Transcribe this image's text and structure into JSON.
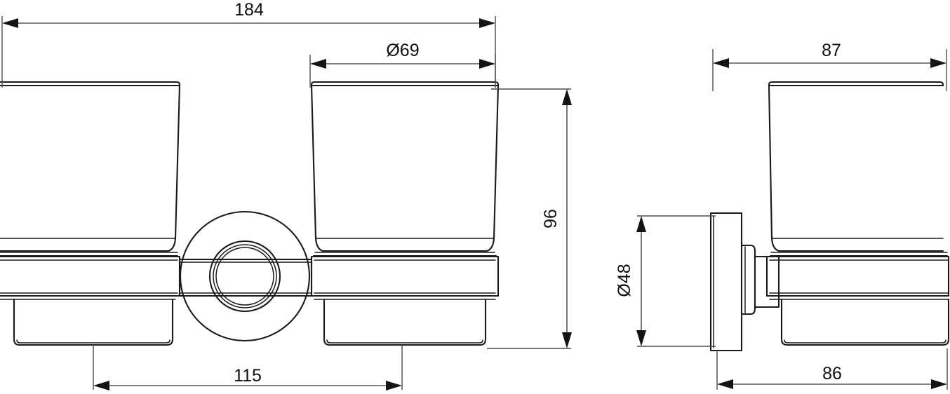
{
  "drawing": {
    "type": "technical-dimension-drawing",
    "subject": "double tumbler holder",
    "units": "mm",
    "background_color": "#ffffff",
    "line_color": "#1a1a1a",
    "dimension_color": "#5a5a5a",
    "text_color": "#111111",
    "views": [
      {
        "id": "front-view",
        "label": "",
        "position": "left"
      },
      {
        "id": "side-view",
        "label": "",
        "position": "right"
      }
    ]
  },
  "dimensions": {
    "overall_width": {
      "value": "184",
      "orientation": "horizontal",
      "view": "front-view",
      "placement": "top"
    },
    "glass_diameter": {
      "value": "Ø69",
      "orientation": "horizontal",
      "view": "front-view",
      "placement": "top"
    },
    "overall_height": {
      "value": "96",
      "orientation": "vertical-rotated",
      "view": "front-view",
      "placement": "right"
    },
    "mount_spacing": {
      "value": "115",
      "orientation": "horizontal",
      "view": "front-view",
      "placement": "bottom"
    },
    "side_depth": {
      "value": "87",
      "orientation": "horizontal",
      "view": "side-view",
      "placement": "top"
    },
    "rosette_diameter": {
      "value": "Ø48",
      "orientation": "vertical-rotated",
      "view": "side-view",
      "placement": "left"
    },
    "base_depth": {
      "value": "86",
      "orientation": "horizontal",
      "view": "side-view",
      "placement": "bottom"
    }
  }
}
